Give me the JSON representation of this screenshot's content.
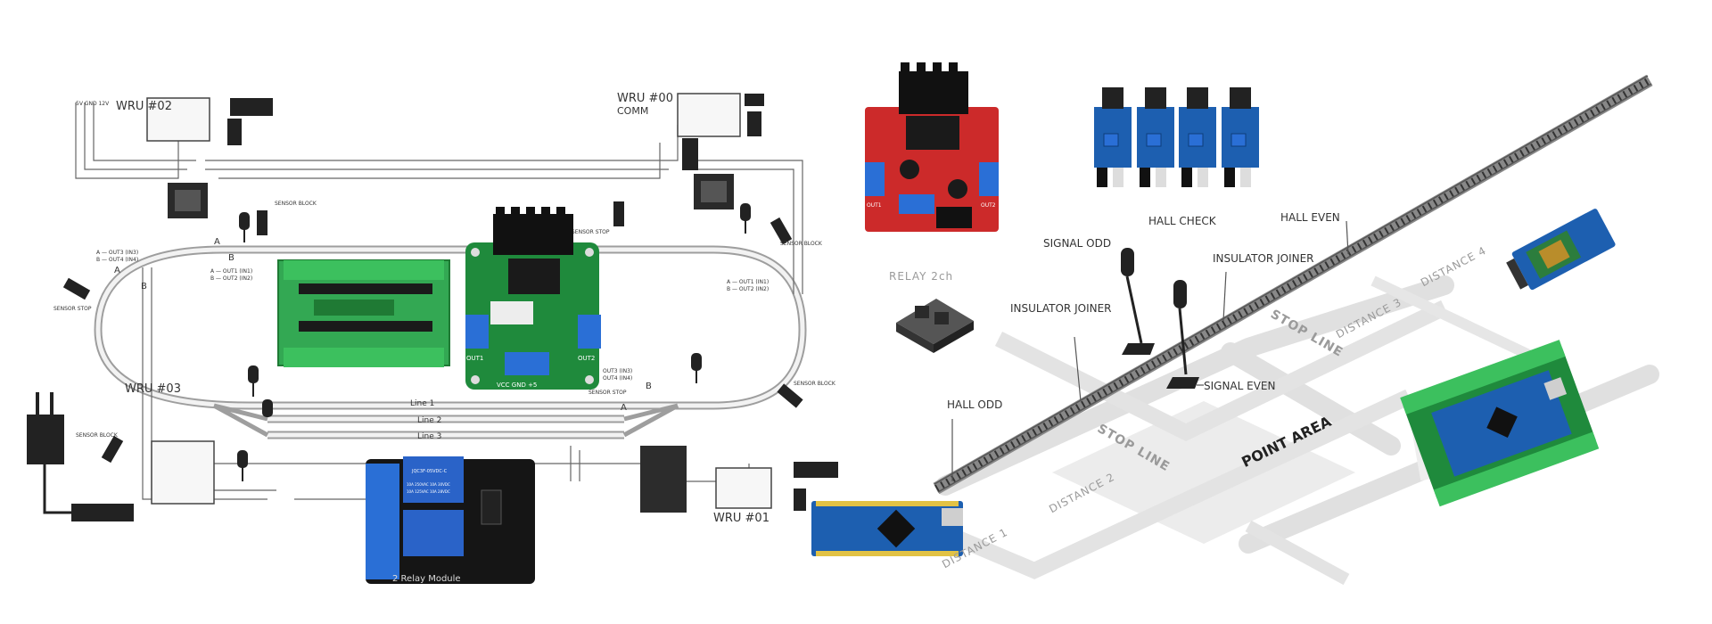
{
  "schematic": {
    "wru": [
      "WRU #02",
      "WRU #00",
      "COMM",
      "WRU #03",
      "WRU #01"
    ],
    "sensor": [
      "SENSOR STOP",
      "SENSOR BLOCK",
      "SENSOR STOP",
      "SENSOR BLOCK",
      "SENSOR BLOCK",
      "SENSOR STOP",
      "SENSOR BLOCK"
    ],
    "lines": [
      "Line 1",
      "Line 2",
      "Line 3"
    ],
    "pins": [
      "A — OUT3 (IN3)",
      "B — OUT4 (IN4)",
      "A — OUT1 (IN1)",
      "B — OUT2 (IN2)",
      "A — OUT1 (IN1)",
      "B — OUT2 (IN2)",
      "OUT3 (IN3)",
      "OUT4 (IN4)"
    ],
    "nodes": [
      "A",
      "B",
      "A",
      "B",
      "A",
      "B"
    ],
    "power": "5V GND 12V"
  },
  "modules": {
    "motor_driver_1": {
      "out1": "OUT1",
      "out2": "OUT2",
      "power": "VCC GND +5"
    },
    "motor_driver_2": {
      "out1": "OUT1",
      "out2": "OUT2"
    },
    "relay": {
      "rating1": "10A 250VAC 10A 30VDC",
      "rating2": "10A 125VAC 10A 28VDC",
      "part": "JQC3F-05VDC-C",
      "title": "2 Relay Module"
    }
  },
  "layout_labels": {
    "relay": "RELAY 2ch",
    "signal_odd": "SIGNAL ODD",
    "hall_check": "HALL CHECK",
    "hall_even": "HALL EVEN",
    "insulator_joiner_1": "INSULATOR JOINER",
    "insulator_joiner_2": "INSULATOR JOINER",
    "hall_odd": "HALL ODD",
    "signal_even": "SIGNAL EVEN",
    "stop_line_1": "STOP LINE",
    "stop_line_2": "STOP LINE",
    "point_area": "POINT AREA",
    "distance_1": "DISTANCE 1",
    "distance_2": "DISTANCE 2",
    "distance_3": "DISTANCE 3",
    "distance_4": "DISTANCE 4"
  },
  "colors": {
    "pcb_green": "#1f8a3c",
    "pcb_red": "#cc2a2a",
    "pcb_blue": "#1d5fb0",
    "relay_blue": "#2a63c8",
    "terminal_green": "#33a853",
    "terminal_blue": "#2a6fd6",
    "track_grey": "#cfcfcf",
    "heatsink": "#111111"
  }
}
